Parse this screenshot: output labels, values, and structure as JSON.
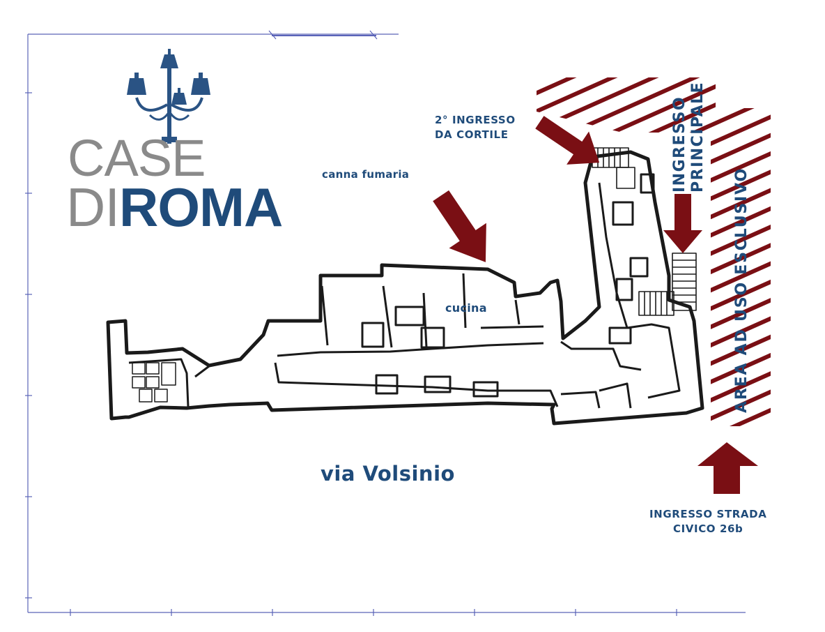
{
  "logo": {
    "line1": "CASE",
    "line2a": "DI",
    "line2b": "ROMA",
    "color_blue": "#1f4b7a",
    "color_gray": "#8a8a8a"
  },
  "labels": {
    "ingresso2_line1": "2° INGRESSO",
    "ingresso2_line2": "DA CORTILE",
    "canna_fumaria": "canna fumaria",
    "cucina": "cucina",
    "via": "via Volsinio",
    "ingresso_principale_line1": "INGRESSO",
    "ingresso_principale_line2": "PRINCIPALE",
    "area": "AREA AD USO ESCLUSIVO",
    "strada_line1": "INGRESSO STRADA",
    "strada_line2": "CIVICO 26b"
  },
  "colors": {
    "arrow": "#7a0f14",
    "hatch": "#7a0f14",
    "text_blue": "#1f4b7a",
    "grid": "#5a63b8",
    "wall": "#1a1a1a"
  },
  "icons": {
    "logo_lamp": "street-lamp-icon"
  }
}
